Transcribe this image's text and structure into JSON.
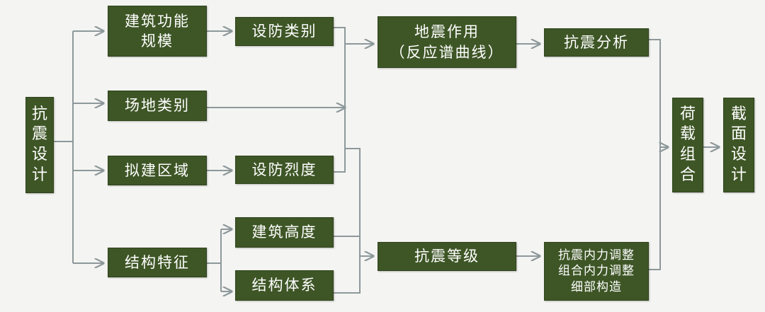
{
  "diagram": {
    "nodes": {
      "seismic_design": "抗\n震\n设\n计",
      "building_function": "建筑功能\n规模",
      "site_class": "场地类别",
      "proposed_region": "拟建区域",
      "structural_feature": "结构特征",
      "fortification_category": "设防类别",
      "fortification_intensity": "设防烈度",
      "building_height": "建筑高度",
      "structural_system": "结构体系",
      "earthquake_action": "地震作用\n（反应谱曲线）",
      "seismic_grade": "抗震等级",
      "seismic_analysis": "抗震分析",
      "force_adjustment": "抗震内力调整\n组合内力调整\n细部构造",
      "load_combination": "荷\n载\n组\n合",
      "section_design": "截\n面\n设\n计"
    },
    "colors": {
      "box_fill": "#3e5626",
      "box_text": "#ffffff",
      "connector": "#8d989a"
    }
  }
}
